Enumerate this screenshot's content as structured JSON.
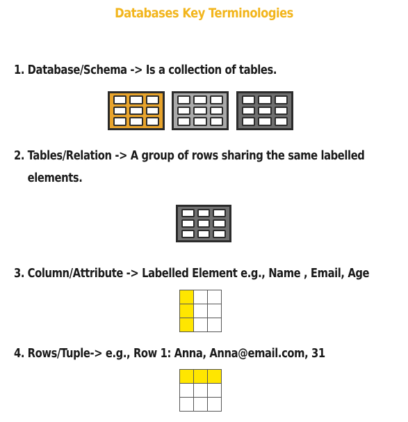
{
  "title": "Databases Key Terminologies",
  "colors": {
    "title": "#f2b51c",
    "highlight": "#ffe600",
    "db_orange": "#e8a42c",
    "db_light_gray": "#a9a9a9",
    "db_dark_gray": "#6e6e6e",
    "db_mid_gray": "#707070"
  },
  "items": [
    {
      "num": "1.",
      "lines": [
        "Database/Schema -> Is a collection of tables."
      ]
    },
    {
      "num": "2.",
      "lines": [
        "Tables/Relation -> A group of rows sharing the same labelled",
        "elements."
      ]
    },
    {
      "num": "3.",
      "lines": [
        "Column/Attribute -> Labelled Element e.g., Name , Email, Age"
      ]
    },
    {
      "num": "4.",
      "lines": [
        "Rows/Tuple-> e.g., Row 1: Anna, Anna@email.com, 31"
      ]
    }
  ],
  "icons": {
    "schema_tables": [
      "orange-table-icon",
      "light-gray-table-icon",
      "dark-gray-table-icon"
    ],
    "relation_table": "gray-table-icon",
    "column_grid": "column-highlight-grid",
    "row_grid": "row-highlight-grid"
  }
}
